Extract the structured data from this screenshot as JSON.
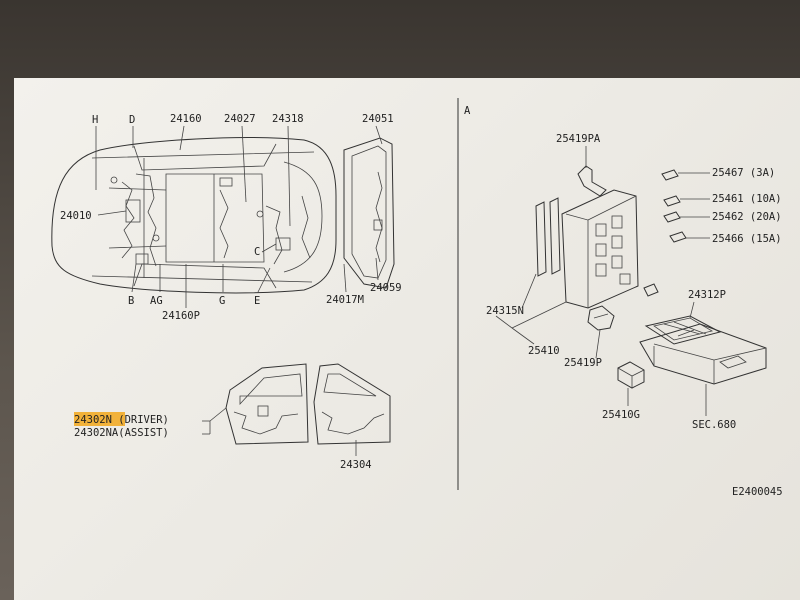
{
  "section_a": "A",
  "car_labels": {
    "h": "H",
    "d": "D",
    "p24160": "24160",
    "p24027": "24027",
    "p24318": "24318",
    "p24051": "24051",
    "p24010": "24010",
    "c": "C",
    "b": "B",
    "ag": "AG",
    "g": "G",
    "e": "E",
    "p24160p": "24160P",
    "p24017m": "24017M",
    "p24059": "24059"
  },
  "door_labels": {
    "driver_part": "24302N",
    "driver_suffix": " (DRIVER)",
    "assist": "24302NA(ASSIST)",
    "p24304": "24304"
  },
  "fuse_labels": {
    "p25419pa": "25419PA",
    "p25467": "25467 (3A)",
    "p25461": "25461 (10A)",
    "p25462": "25462 (20A)",
    "p25466": "25466 (15A)",
    "p24315n": "24315N",
    "p24312p": "24312P",
    "p25410": "25410",
    "p25419p": "25419P",
    "p25410g": "25410G",
    "sec680": "SEC.680"
  },
  "diagram_id": "E2400045",
  "highlight_color": "#f2b23a"
}
